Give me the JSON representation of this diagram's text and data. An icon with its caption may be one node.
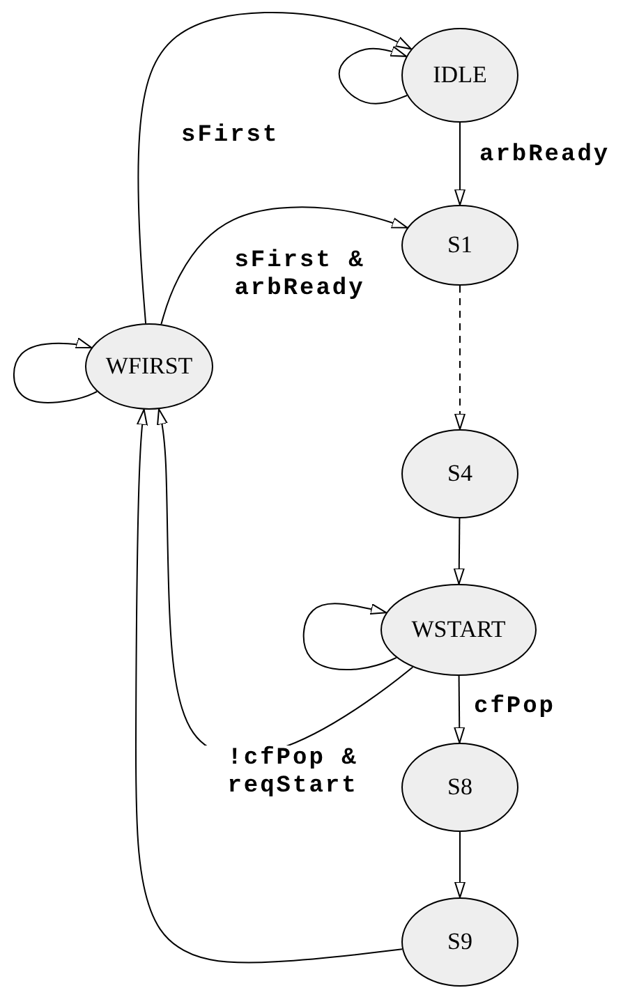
{
  "diagram": {
    "nodes": [
      {
        "text": [
          "IDLE"
        ]
      },
      {
        "text": [
          "S1"
        ]
      },
      {
        "text": [
          "WFIRST"
        ]
      },
      {
        "text": [
          "S4"
        ]
      },
      {
        "text": [
          "WSTART"
        ]
      },
      {
        "text": [
          "S8"
        ]
      },
      {
        "text": [
          "S9"
        ]
      }
    ],
    "edges": [
      {
        "from": 0,
        "to": 0,
        "arrow": "to"
      },
      {
        "from": 0,
        "to": 1,
        "arrow": "to",
        "label": "arbReady"
      },
      {
        "from": 2,
        "to": 0,
        "arrow": "to",
        "label": "sFirst"
      },
      {
        "from": 2,
        "to": 1,
        "arrow": "to",
        "label": "sFirst & arbReady"
      },
      {
        "from": 2,
        "to": 2,
        "arrow": "to"
      },
      {
        "from": 1,
        "to": 3,
        "arrow": "to",
        "style": "dashed"
      },
      {
        "from": 3,
        "to": 4,
        "arrow": "to"
      },
      {
        "from": 4,
        "to": 4,
        "arrow": "to"
      },
      {
        "from": 4,
        "to": 5,
        "arrow": "to",
        "label": "cfPop"
      },
      {
        "from": 4,
        "to": 2,
        "arrow": "to",
        "label": "!cfPop & reqStart"
      },
      {
        "from": 6,
        "to": 2,
        "arrow": "to"
      },
      {
        "from": 5,
        "to": 6,
        "arrow": "to"
      }
    ]
  }
}
